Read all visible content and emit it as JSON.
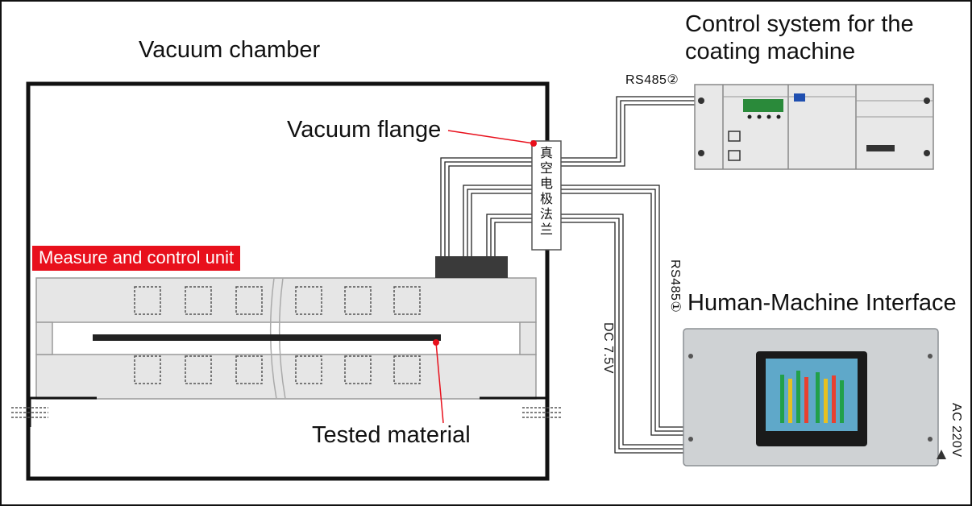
{
  "labels": {
    "vacuum_chamber": "Vacuum chamber",
    "control_system_line1": "Control system for the",
    "control_system_line2": "coating machine",
    "vacuum_flange": "Vacuum flange",
    "measure_control_unit": "Measure and control unit",
    "hmi": "Human-Machine Interface",
    "tested_material": "Tested material",
    "rs485_2": "RS485②",
    "rs485_1": "RS485①",
    "dc": "DC 7.5V",
    "ac": "AC 220V",
    "flange_chars": "真空电极法兰"
  },
  "colors": {
    "frame": "#111111",
    "accent_red": "#e8101c",
    "equipment_gray": "#e6e6e6",
    "hmi_steel": "#cfd2d4"
  }
}
